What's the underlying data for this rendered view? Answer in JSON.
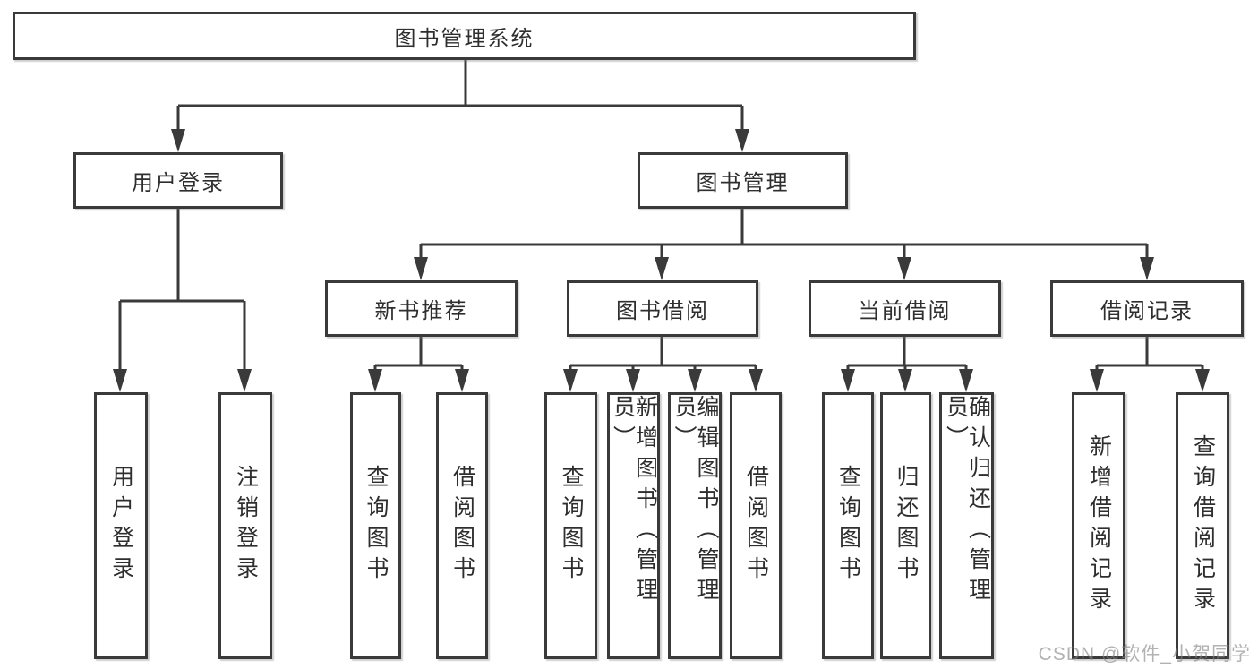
{
  "diagram": {
    "root": {
      "label": "图书管理系统"
    },
    "level2": [
      {
        "label": "用户登录"
      },
      {
        "label": "图书管理"
      }
    ],
    "level3": [
      {
        "label": "新书推荐",
        "parent": "图书管理"
      },
      {
        "label": "图书借阅",
        "parent": "图书管理"
      },
      {
        "label": "当前借阅",
        "parent": "图书管理"
      },
      {
        "label": "借阅记录",
        "parent": "图书管理"
      }
    ],
    "leaves": [
      {
        "label": "用户登录",
        "parent": "用户登录"
      },
      {
        "label": "注销登录",
        "parent": "用户登录"
      },
      {
        "label": "查询图书",
        "parent": "新书推荐"
      },
      {
        "label": "借阅图书",
        "parent": "新书推荐"
      },
      {
        "label": "查询图书",
        "parent": "图书借阅"
      },
      {
        "label": "新增图书（管理员）",
        "parent": "图书借阅"
      },
      {
        "label": "编辑图书（管理员）",
        "parent": "图书借阅"
      },
      {
        "label": "借阅图书",
        "parent": "图书借阅"
      },
      {
        "label": "查询图书",
        "parent": "当前借阅"
      },
      {
        "label": "归还图书",
        "parent": "当前借阅"
      },
      {
        "label": "确认归还（管理员）",
        "parent": "当前借阅"
      },
      {
        "label": "新增借阅记录",
        "parent": "借阅记录"
      },
      {
        "label": "查询借阅记录",
        "parent": "借阅记录"
      }
    ],
    "colors": {
      "line": "#3a3a3a",
      "box_border": "#3a3a3a",
      "box_fill": "#ffffff",
      "text": "#2e2e2e"
    }
  },
  "watermark": {
    "text": "CSDN @软件_小贺同学"
  }
}
